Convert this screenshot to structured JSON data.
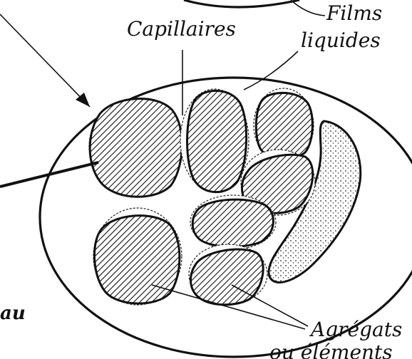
{
  "labels": {
    "capillaires": "Capillaires",
    "films_line1": "Films",
    "films_line2": "liquides",
    "agregats_line1": "Agrégats",
    "agregats_line2": "ou éléments",
    "eau_fragment": "au"
  },
  "colors": {
    "ink": "#111111",
    "background": "#ffffff"
  }
}
